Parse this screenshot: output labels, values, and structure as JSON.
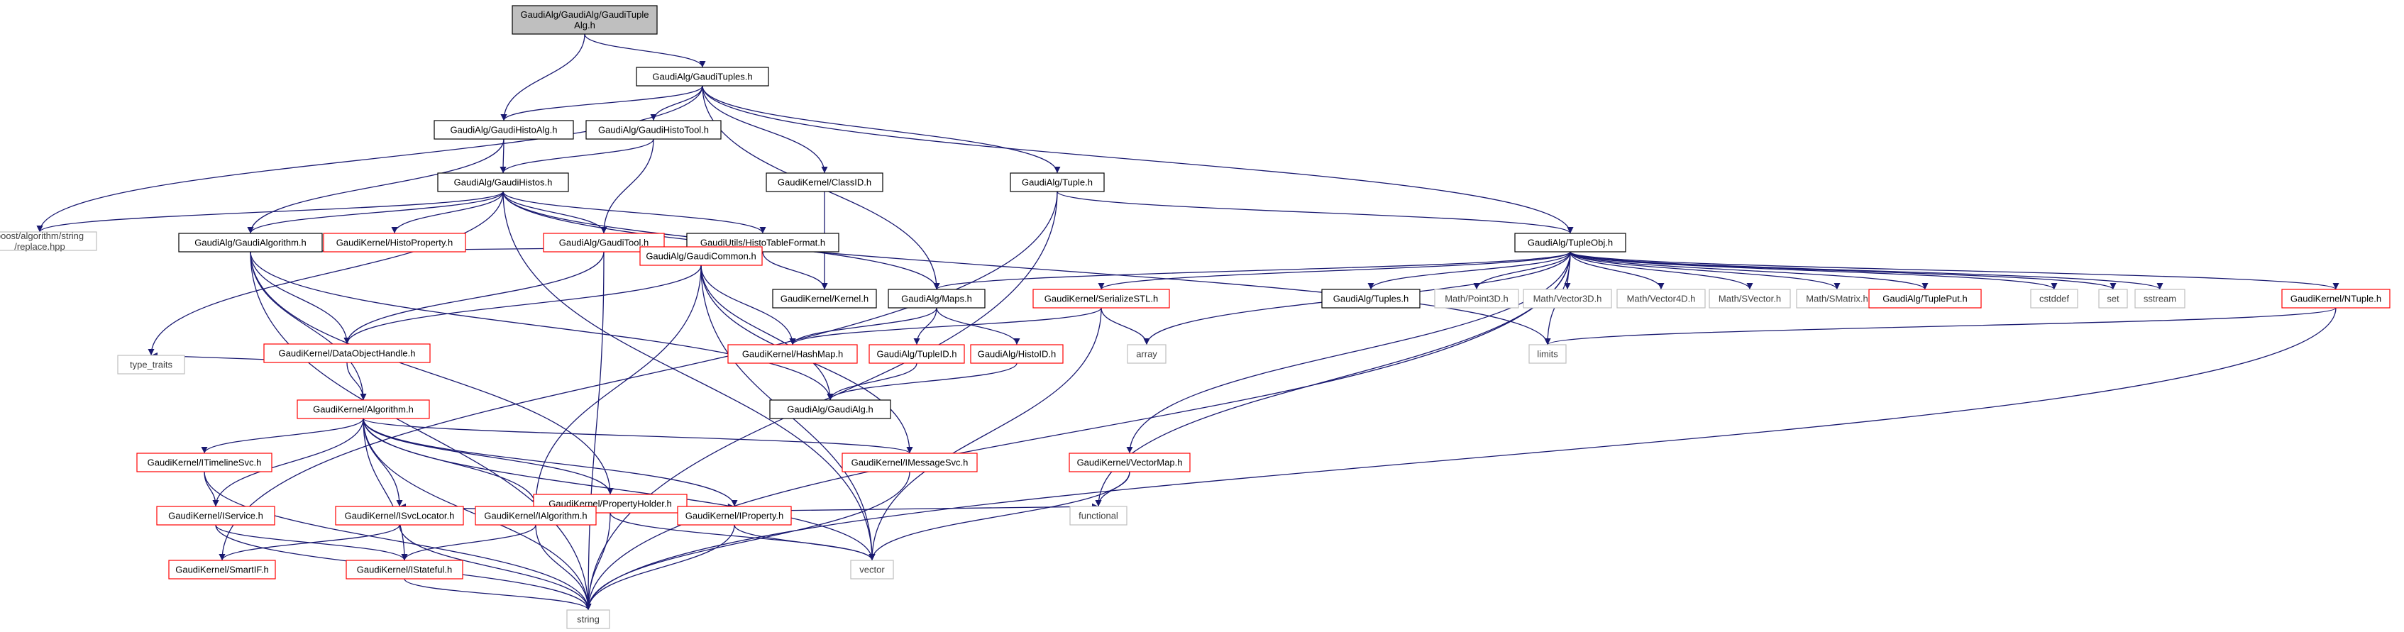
{
  "graph": {
    "colors": {
      "edge": "#191970",
      "border_normal": "#000000",
      "border_red": "#ff0000",
      "border_gray": "#bfbfbf",
      "root_fill": "#bfbfbf",
      "text_normal": "#000000",
      "text_gray": "#404040"
    },
    "nodes": [
      {
        "id": "root",
        "label": "GaudiAlg/GaudiAlg/GaudiTuple\nAlg.h",
        "kind": "root"
      },
      {
        "id": "gtuples",
        "label": "GaudiAlg/GaudiTuples.h",
        "kind": "normal"
      },
      {
        "id": "histoalg",
        "label": "GaudiAlg/GaudiHistoAlg.h",
        "kind": "normal"
      },
      {
        "id": "histotool",
        "label": "GaudiAlg/GaudiHistoTool.h",
        "kind": "normal"
      },
      {
        "id": "boost",
        "label": "boost/algorithm/string\n/replace.hpp",
        "kind": "gray"
      },
      {
        "id": "histos",
        "label": "GaudiAlg/GaudiHistos.h",
        "kind": "normal"
      },
      {
        "id": "classid",
        "label": "GaudiKernel/ClassID.h",
        "kind": "normal"
      },
      {
        "id": "tupleh",
        "label": "GaudiAlg/Tuple.h",
        "kind": "normal"
      },
      {
        "id": "galgorithm",
        "label": "GaudiAlg/GaudiAlgorithm.h",
        "kind": "normal"
      },
      {
        "id": "histoprop",
        "label": "GaudiKernel/HistoProperty.h",
        "kind": "red"
      },
      {
        "id": "gtool",
        "label": "GaudiAlg/GaudiTool.h",
        "kind": "red"
      },
      {
        "id": "histotable",
        "label": "GaudiUtils/HistoTableFormat.h",
        "kind": "normal"
      },
      {
        "id": "tupleobj",
        "label": "GaudiAlg/TupleObj.h",
        "kind": "normal"
      },
      {
        "id": "gcommon",
        "label": "GaudiAlg/GaudiCommon.h",
        "kind": "red"
      },
      {
        "id": "kernel",
        "label": "GaudiKernel/Kernel.h",
        "kind": "normal"
      },
      {
        "id": "maps",
        "label": "GaudiAlg/Maps.h",
        "kind": "normal"
      },
      {
        "id": "serialize",
        "label": "GaudiKernel/SerializeSTL.h",
        "kind": "red"
      },
      {
        "id": "tuplesh",
        "label": "GaudiAlg/Tuples.h",
        "kind": "normal"
      },
      {
        "id": "point3d",
        "label": "Math/Point3D.h",
        "kind": "gray"
      },
      {
        "id": "vector3d",
        "label": "Math/Vector3D.h",
        "kind": "gray"
      },
      {
        "id": "vector4d",
        "label": "Math/Vector4D.h",
        "kind": "gray"
      },
      {
        "id": "svector",
        "label": "Math/SVector.h",
        "kind": "gray"
      },
      {
        "id": "smatrix",
        "label": "Math/SMatrix.h",
        "kind": "gray"
      },
      {
        "id": "tupleput",
        "label": "GaudiAlg/TuplePut.h",
        "kind": "red"
      },
      {
        "id": "cstddef",
        "label": "cstddef",
        "kind": "gray"
      },
      {
        "id": "set",
        "label": "set",
        "kind": "gray"
      },
      {
        "id": "sstream",
        "label": "sstream",
        "kind": "gray"
      },
      {
        "id": "ntuple",
        "label": "GaudiKernel/NTuple.h",
        "kind": "red"
      },
      {
        "id": "dataobj",
        "label": "GaudiKernel/DataObjectHandle.h",
        "kind": "red"
      },
      {
        "id": "hashmap",
        "label": "GaudiKernel/HashMap.h",
        "kind": "red"
      },
      {
        "id": "tupleid",
        "label": "GaudiAlg/TupleID.h",
        "kind": "red"
      },
      {
        "id": "histoid",
        "label": "GaudiAlg/HistoID.h",
        "kind": "red"
      },
      {
        "id": "array",
        "label": "array",
        "kind": "gray"
      },
      {
        "id": "limits",
        "label": "limits",
        "kind": "gray"
      },
      {
        "id": "typetraits",
        "label": "type_traits",
        "kind": "gray"
      },
      {
        "id": "algorithmh",
        "label": "GaudiKernel/Algorithm.h",
        "kind": "red"
      },
      {
        "id": "gaudialg",
        "label": "GaudiAlg/GaudiAlg.h",
        "kind": "normal"
      },
      {
        "id": "imsgsvc",
        "label": "GaudiKernel/IMessageSvc.h",
        "kind": "red"
      },
      {
        "id": "vectormap",
        "label": "GaudiKernel/VectorMap.h",
        "kind": "red"
      },
      {
        "id": "itimeline",
        "label": "GaudiKernel/ITimelineSvc.h",
        "kind": "red"
      },
      {
        "id": "propholder",
        "label": "GaudiKernel/PropertyHolder.h",
        "kind": "red"
      },
      {
        "id": "isvcloc",
        "label": "GaudiKernel/ISvcLocator.h",
        "kind": "red"
      },
      {
        "id": "ialgorithm",
        "label": "GaudiKernel/IAlgorithm.h",
        "kind": "red"
      },
      {
        "id": "iproperty",
        "label": "GaudiKernel/IProperty.h",
        "kind": "red"
      },
      {
        "id": "functional",
        "label": "functional",
        "kind": "gray"
      },
      {
        "id": "iservice",
        "label": "GaudiKernel/IService.h",
        "kind": "red"
      },
      {
        "id": "vector",
        "label": "vector",
        "kind": "gray"
      },
      {
        "id": "smartif",
        "label": "GaudiKernel/SmartIF.h",
        "kind": "red"
      },
      {
        "id": "istateful",
        "label": "GaudiKernel/IStateful.h",
        "kind": "red"
      },
      {
        "id": "string",
        "label": "string",
        "kind": "gray"
      }
    ],
    "edges": [
      [
        "root",
        "gtuples"
      ],
      [
        "root",
        "histoalg"
      ],
      [
        "gtuples",
        "histoalg"
      ],
      [
        "gtuples",
        "histotool"
      ],
      [
        "gtuples",
        "boost"
      ],
      [
        "gtuples",
        "classid"
      ],
      [
        "gtuples",
        "tupleh"
      ],
      [
        "gtuples",
        "tupleobj"
      ],
      [
        "gtuples",
        "maps"
      ],
      [
        "histoalg",
        "galgorithm"
      ],
      [
        "histoalg",
        "histos"
      ],
      [
        "histotool",
        "histos"
      ],
      [
        "histotool",
        "gtool"
      ],
      [
        "histos",
        "boost"
      ],
      [
        "histos",
        "galgorithm"
      ],
      [
        "histos",
        "histoprop"
      ],
      [
        "histos",
        "gtool"
      ],
      [
        "histos",
        "histotable"
      ],
      [
        "histos",
        "maps"
      ],
      [
        "histos",
        "limits"
      ],
      [
        "histos",
        "typetraits"
      ],
      [
        "histos",
        "vector"
      ],
      [
        "classid",
        "kernel"
      ],
      [
        "tupleh",
        "tupleobj"
      ],
      [
        "tupleh",
        "smartif"
      ],
      [
        "tupleh",
        "string"
      ],
      [
        "galgorithm",
        "gcommon"
      ],
      [
        "galgorithm",
        "dataobj"
      ],
      [
        "galgorithm",
        "algorithmh"
      ],
      [
        "galgorithm",
        "gaudialg"
      ],
      [
        "galgorithm",
        "string"
      ],
      [
        "galgorithm",
        "propholder"
      ],
      [
        "gtool",
        "gcommon"
      ],
      [
        "gtool",
        "dataobj"
      ],
      [
        "gtool",
        "string"
      ],
      [
        "histotable",
        "kernel"
      ],
      [
        "gcommon",
        "dataobj"
      ],
      [
        "gcommon",
        "hashmap"
      ],
      [
        "gcommon",
        "imsgsvc"
      ],
      [
        "gcommon",
        "ialgorithm"
      ],
      [
        "gcommon",
        "gaudialg"
      ],
      [
        "gcommon",
        "vector"
      ],
      [
        "tupleobj",
        "maps"
      ],
      [
        "tupleobj",
        "serialize"
      ],
      [
        "tupleobj",
        "tuplesh"
      ],
      [
        "tupleobj",
        "point3d"
      ],
      [
        "tupleobj",
        "vector3d"
      ],
      [
        "tupleobj",
        "vector4d"
      ],
      [
        "tupleobj",
        "svector"
      ],
      [
        "tupleobj",
        "smatrix"
      ],
      [
        "tupleobj",
        "tupleput"
      ],
      [
        "tupleobj",
        "cstddef"
      ],
      [
        "tupleobj",
        "set"
      ],
      [
        "tupleobj",
        "sstream"
      ],
      [
        "tupleobj",
        "ntuple"
      ],
      [
        "tupleobj",
        "array"
      ],
      [
        "tupleobj",
        "limits"
      ],
      [
        "tupleobj",
        "vectormap"
      ],
      [
        "tupleobj",
        "functional"
      ],
      [
        "tupleobj",
        "string"
      ],
      [
        "maps",
        "hashmap"
      ],
      [
        "maps",
        "tupleid"
      ],
      [
        "maps",
        "histoid"
      ],
      [
        "serialize",
        "hashmap"
      ],
      [
        "serialize",
        "array"
      ],
      [
        "serialize",
        "vector"
      ],
      [
        "ntuple",
        "limits"
      ],
      [
        "ntuple",
        "string"
      ],
      [
        "tupleid",
        "gaudialg"
      ],
      [
        "histoid",
        "gaudialg"
      ],
      [
        "dataobj",
        "algorithmh"
      ],
      [
        "dataobj",
        "typetraits"
      ],
      [
        "algorithmh",
        "itimeline"
      ],
      [
        "algorithmh",
        "propholder"
      ],
      [
        "algorithmh",
        "isvcloc"
      ],
      [
        "algorithmh",
        "ialgorithm"
      ],
      [
        "algorithmh",
        "iproperty"
      ],
      [
        "algorithmh",
        "iservice"
      ],
      [
        "algorithmh",
        "istateful"
      ],
      [
        "algorithmh",
        "imsgsvc"
      ],
      [
        "algorithmh",
        "vector"
      ],
      [
        "algorithmh",
        "string"
      ],
      [
        "itimeline",
        "iservice"
      ],
      [
        "itimeline",
        "string"
      ],
      [
        "propholder",
        "isvcloc"
      ],
      [
        "propholder",
        "iproperty"
      ],
      [
        "propholder",
        "functional"
      ],
      [
        "propholder",
        "vector"
      ],
      [
        "propholder",
        "string"
      ],
      [
        "isvcloc",
        "smartif"
      ],
      [
        "isvcloc",
        "string"
      ],
      [
        "ialgorithm",
        "istateful"
      ],
      [
        "ialgorithm",
        "string"
      ],
      [
        "iproperty",
        "vector"
      ],
      [
        "iproperty",
        "string"
      ],
      [
        "iservice",
        "istateful"
      ],
      [
        "iservice",
        "string"
      ],
      [
        "imsgsvc",
        "string"
      ],
      [
        "vectormap",
        "functional"
      ],
      [
        "vectormap",
        "vector"
      ],
      [
        "istateful",
        "string"
      ]
    ]
  }
}
